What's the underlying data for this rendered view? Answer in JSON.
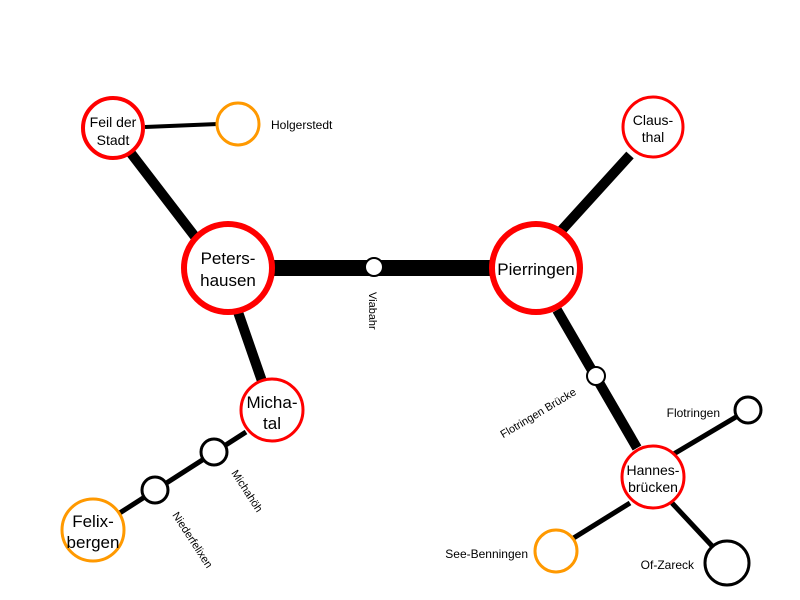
{
  "colors": {
    "background": "#ffffff",
    "line": "#000000",
    "major_station_ring": "#ff0000",
    "minor_station_ring": "#ff9900",
    "halt_ring": "#000000"
  },
  "stations": {
    "feil": [
      "Feil der",
      "Stadt"
    ],
    "holgerstedt": "Holgerstedt",
    "petershausen": [
      "Peters-",
      "hausen"
    ],
    "viabahr": "Viabahr",
    "pierringen": "Pierringen",
    "claus": [
      "Claus-",
      "thal"
    ],
    "michatal": [
      "Micha-",
      "tal"
    ],
    "michahoeh": "Michahöh",
    "niederfelixen": "Niederfelixen",
    "felix": [
      "Felix-",
      "bergen"
    ],
    "flotringen_bruecke": "Flotringen Brücke",
    "flotringen": "Flotringen",
    "hannes": [
      "Hannes-",
      "brücken"
    ],
    "see_benningen": "See-Benningen",
    "of_zareck": "Of-Zareck"
  }
}
